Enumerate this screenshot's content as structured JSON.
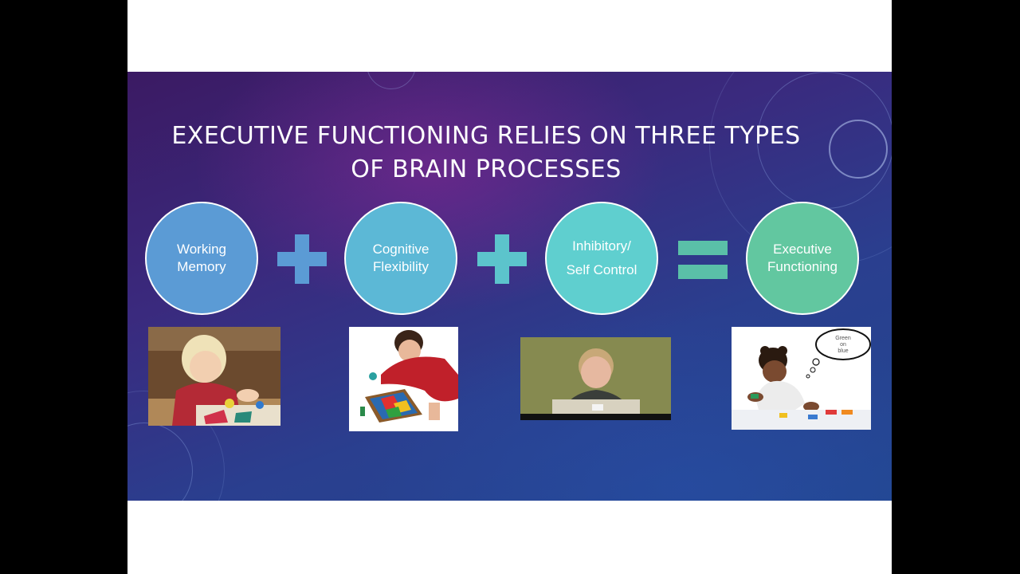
{
  "slide": {
    "title": "EXECUTIVE FUNCTIONING RELIES ON THREE TYPES OF BRAIN PROCESSES",
    "circles": [
      {
        "line1": "Working",
        "line2": "Memory",
        "color": "#5b9bd5"
      },
      {
        "line1": "Cognitive",
        "line2": "Flexibility",
        "color": "#5cb8d6"
      },
      {
        "line1": "Inhibitory/",
        "line2": "Self Control",
        "color": "#5fcfcf"
      },
      {
        "line1": "Executive",
        "line2": "Functioning",
        "color": "#62c7a0"
      }
    ],
    "operators": {
      "plus_color": "#5b9bd5",
      "plus2_color": "#5cc4cc",
      "equals_color": "#5ac0a8"
    },
    "thought_bubble": {
      "line1": "Green",
      "line2": "on",
      "line3": "blue"
    }
  },
  "icons": [
    "plus-icon",
    "plus-icon",
    "equals-icon"
  ]
}
